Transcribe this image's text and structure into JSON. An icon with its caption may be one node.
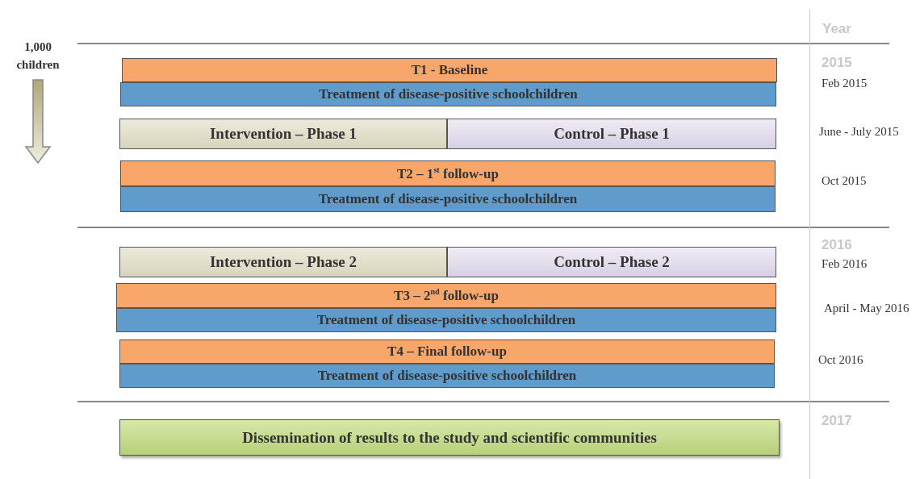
{
  "diagram": {
    "nodes": [
      {
        "text": [
          "T1 - Baseline"
        ]
      },
      {
        "text": [
          "Treatment of disease-positive schoolchildren"
        ]
      },
      {
        "text": [
          "Intervention – Phase 1"
        ]
      },
      {
        "text": [
          "Control – Phase 1"
        ]
      },
      {
        "text": [
          "T2 – 1$^{st}$ follow-up"
        ]
      },
      {
        "text": [
          "Treatment of disease-positive schoolchildren"
        ]
      },
      {
        "text": [
          "Intervention – Phase 2"
        ]
      },
      {
        "text": [
          "Control – Phase 2"
        ]
      },
      {
        "text": [
          "T3 – 2$^{nd}$ follow-up"
        ]
      },
      {
        "text": [
          "Treatment of disease-positive schoolchildren"
        ]
      },
      {
        "text": [
          "T4 – Final follow-up"
        ]
      },
      {
        "text": [
          "Treatment of disease-positive schoolchildren"
        ]
      },
      {
        "text": [
          "Dissemination of results to the study and scientific communities"
        ]
      }
    ],
    "edges": [],
    "labels": [
      "1,000 children",
      "Year",
      "2015",
      "Feb 2015",
      "June - July 2015",
      "Oct 2015",
      "2016",
      "Feb 2016",
      "April - May 2016",
      "Oct 2016",
      "2017"
    ]
  }
}
